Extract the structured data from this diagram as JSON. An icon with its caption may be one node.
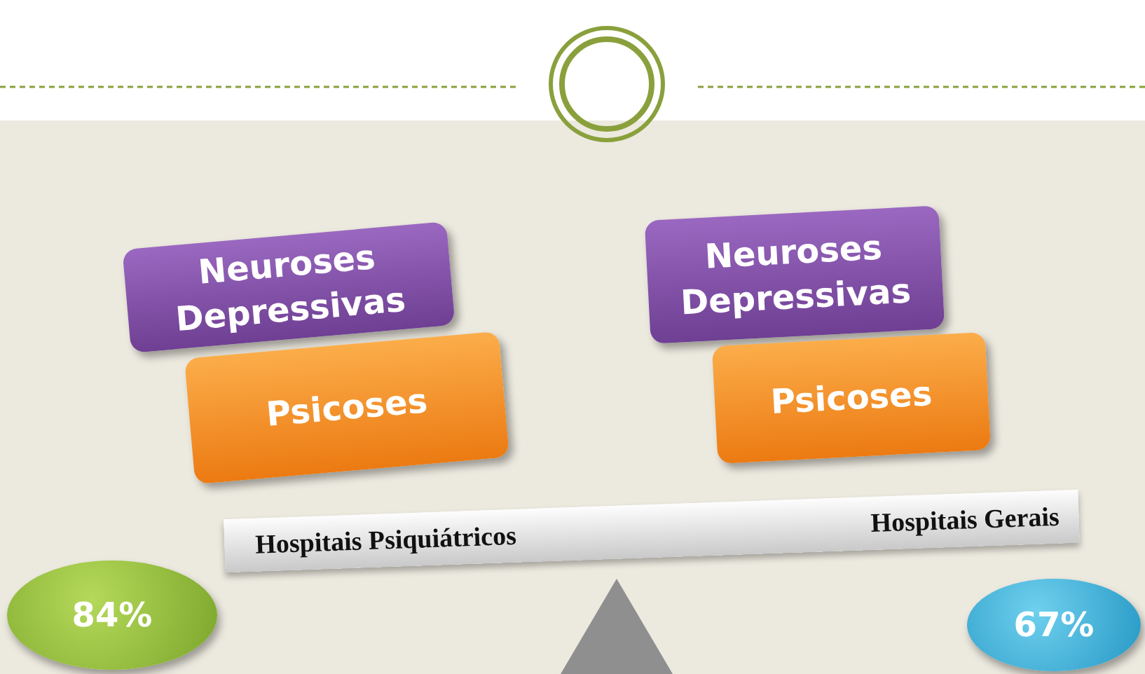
{
  "diagram": {
    "nodes": [
      {
        "text": [
          "Neuroses Depressivas"
        ]
      },
      {
        "text": [
          "Psicoses"
        ]
      },
      {
        "text": [
          "Neuroses Depressivas"
        ]
      },
      {
        "text": [
          "Psicoses"
        ]
      },
      {
        "text": [
          "Hospitais Psiquiátricos",
          "Hospitais Gerais"
        ]
      },
      {
        "text": [
          "84%"
        ]
      },
      {
        "text": [
          "67%"
        ]
      },
      {
        "text": [],
        "shape": "triangle"
      }
    ]
  }
}
